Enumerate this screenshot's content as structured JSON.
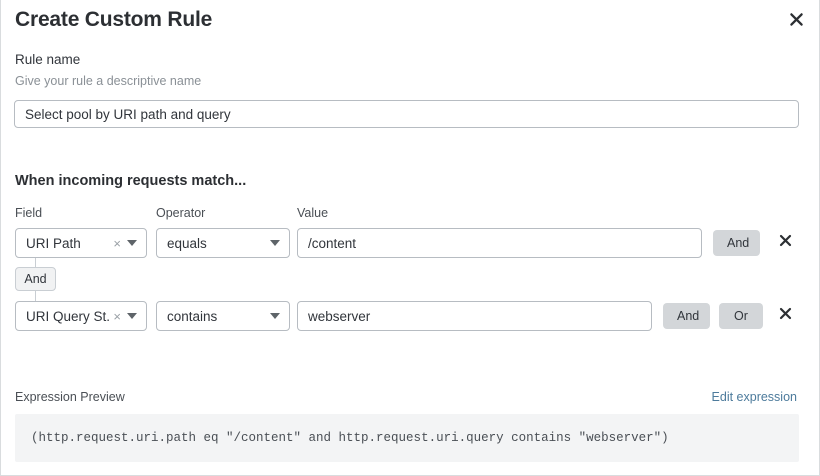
{
  "dialog": {
    "title": "Create Custom Rule",
    "close_label": "close-icon"
  },
  "rule_name": {
    "label": "Rule name",
    "hint": "Give your rule a descriptive name",
    "value": "Select pool by URI path and query",
    "placeholder": "Rule name"
  },
  "match_section": {
    "heading": "When incoming requests match...",
    "columns": {
      "field": "Field",
      "operator": "Operator",
      "value": "Value"
    },
    "connector": {
      "label": "And"
    },
    "rows": [
      {
        "field": "URI Path",
        "field_clear": "×",
        "operator": "equals",
        "value": "/content",
        "value_placeholder": "Value",
        "buttons": [
          "And"
        ],
        "delete_label": "×"
      },
      {
        "field": "URI Query St...",
        "field_clear": "×",
        "operator": "contains",
        "value": "webserver",
        "value_placeholder": "Value",
        "buttons": [
          "And",
          "Or"
        ],
        "delete_label": "×"
      }
    ]
  },
  "expression_preview": {
    "label": "Expression Preview",
    "edit_link": "Edit expression",
    "code": "(http.request.uri.path eq \"/content\" and http.request.uri.query contains \"webserver\")"
  },
  "colors": {
    "accent_link": "#4d7b9c",
    "pill_background": "#d3d6d9",
    "code_background": "#f3f4f5",
    "border": "#b7bcc2",
    "text_primary": "#31353b",
    "text_muted": "#8a9096"
  }
}
